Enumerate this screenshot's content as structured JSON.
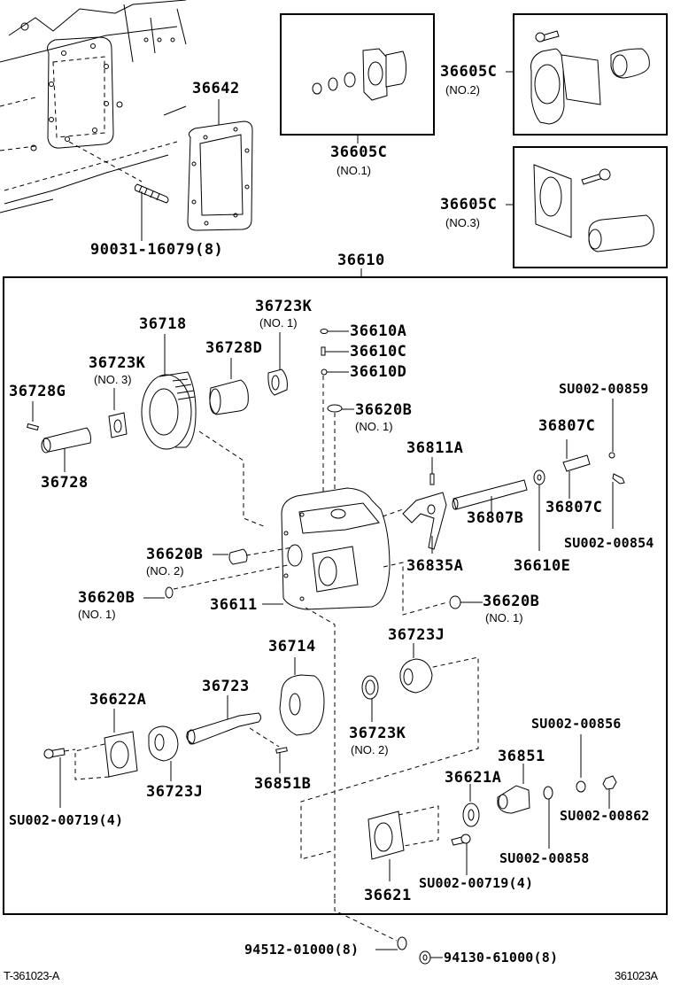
{
  "diagram": {
    "title": "Transmission Power Take-Off Assembly — Parts Diagram",
    "figure_id_left": "T-361023-A",
    "figure_id_right": "361023A",
    "parts": {
      "p36642": "36642",
      "p90031": "90031-16079(8)",
      "p36605C_no1": "36605C",
      "p36605C_no1_sub": "(NO.1)",
      "p36605C_no2": "36605C",
      "p36605C_no2_sub": "(NO.2)",
      "p36605C_no3": "36605C",
      "p36605C_no3_sub": "(NO.3)",
      "p36610": "36610",
      "p36723K_no1": "36723K",
      "p36723K_no1_sub": "(NO. 1)",
      "p36718": "36718",
      "p36728D": "36728D",
      "p36723K_no3": "36723K",
      "p36723K_no3_sub": "(NO. 3)",
      "p36728G": "36728G",
      "p36728": "36728",
      "p36610A": "36610A",
      "p36610C": "36610C",
      "p36610D": "36610D",
      "p36620B_top": "36620B",
      "p36620B_top_sub": "(NO. 1)",
      "pSU00859": "SU002-00859",
      "p36807C_top": "36807C",
      "p36811A": "36811A",
      "p36807B": "36807B",
      "p36807C_bot": "36807C",
      "pSU00854": "SU002-00854",
      "p36835A": "36835A",
      "p36610E": "36610E",
      "p36620B_no2": "36620B",
      "p36620B_no2_sub": "(NO. 2)",
      "p36620B_left": "36620B",
      "p36620B_left_sub": "(NO. 1)",
      "p36611": "36611",
      "p36620B_right": "36620B",
      "p36620B_right_sub": "(NO. 1)",
      "p36714": "36714",
      "p36723J_top": "36723J",
      "p36622A": "36622A",
      "p36723": "36723",
      "p36723K_no2": "36723K",
      "p36723K_no2_sub": "(NO. 2)",
      "pSU00856": "SU002-00856",
      "p36851": "36851",
      "p36723J_bot": "36723J",
      "p36851B": "36851B",
      "p36621A": "36621A",
      "pSU00862": "SU002-00862",
      "pSU00719_left": "SU002-00719(4)",
      "pSU00858": "SU002-00858",
      "pSU00719_right": "SU002-00719(4)",
      "p36621": "36621",
      "p94512": "94512-01000(8)",
      "p94130": "94130-61000(8)"
    }
  }
}
